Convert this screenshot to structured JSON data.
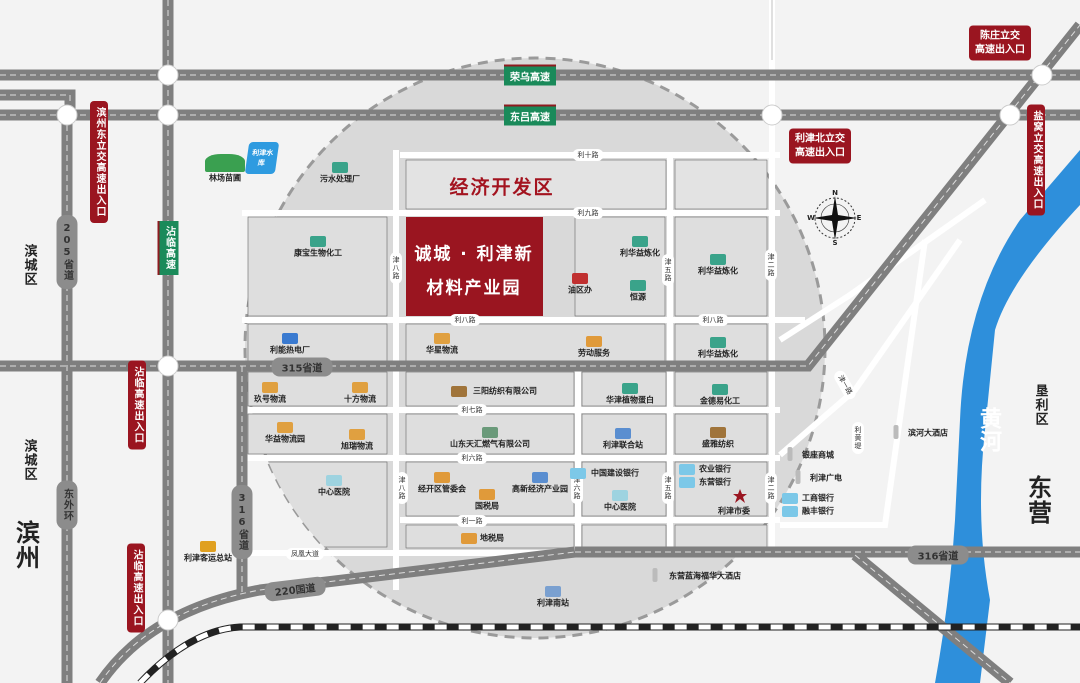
{
  "title_zone": "经济开发区",
  "project": {
    "line1": "诚城 · 利津新",
    "line2": "材料产业园"
  },
  "colors": {
    "callout": "#9a1520",
    "highway_badge": "#1a8a5a",
    "river": "#2e8fdb",
    "circle_fill": "#d9d9d9",
    "block": "#dedede"
  },
  "highways": {
    "rongwu": "荣乌高速",
    "donglv": "东吕高速",
    "zhanlin": "沾临高速",
    "s205": "205省道",
    "dongwaihuan": "东外环",
    "s316_v": "316省道",
    "s315": "315省道",
    "g220": "220国道",
    "s316_h": "316省道"
  },
  "roads": [
    "利十路",
    "利九路",
    "利八路",
    "利八路",
    "利七路",
    "利六路",
    "利一路",
    "凤凰大道",
    "津八路",
    "津八路",
    "津五路",
    "津五路",
    "津二路",
    "津二路",
    "津六路",
    "津一路",
    "利黄堤"
  ],
  "districts": {
    "bincheng1": "滨城区",
    "bincheng2": "滨城区",
    "binzhou": "滨州",
    "kenli": "垦利区",
    "dongying": "东营",
    "river": "黄河"
  },
  "callouts": [
    {
      "name": "binzhou-east-interchange",
      "text": "滨州东立交高速出入口",
      "col1": "滨州东立交",
      "col2": "高速出入口"
    },
    {
      "name": "zhanlin-exit-north",
      "col1": "沾临高速",
      "col2": "出入口"
    },
    {
      "name": "zhanlin-exit-south",
      "col1": "沾临高速",
      "col2": "出入口"
    },
    {
      "name": "lijin-north-interchange",
      "col1": "利津北立交",
      "col2": "高速出入口"
    },
    {
      "name": "chenzhuang-interchange",
      "col1": "陈庄立交",
      "col2": "高速出入口"
    },
    {
      "name": "yanwo-interchange",
      "col1": "盐窝立交",
      "col2": "高速出入口"
    }
  ],
  "compass": {
    "n": "N",
    "s": "S",
    "e": "E",
    "w": "W"
  },
  "pois": [
    {
      "label": "林场苗圃",
      "icon": "forest"
    },
    {
      "label": "利津水库",
      "icon": "reservoir"
    },
    {
      "label": "污水处理厂",
      "icon": "factory"
    },
    {
      "label": "康宝生物化工",
      "icon": "factory"
    },
    {
      "label": "利华益炼化",
      "icon": "factory"
    },
    {
      "label": "油区办",
      "icon": "oil-pump"
    },
    {
      "label": "恒源",
      "icon": "factory"
    },
    {
      "label": "利华益炼化",
      "icon": "factory"
    },
    {
      "label": "利能热电厂",
      "icon": "power-plant"
    },
    {
      "label": "华星物流",
      "icon": "warehouse"
    },
    {
      "label": "劳动服务",
      "icon": "government"
    },
    {
      "label": "利华益炼化",
      "icon": "factory"
    },
    {
      "label": "玖号物流",
      "icon": "warehouse"
    },
    {
      "label": "十方物流",
      "icon": "warehouse"
    },
    {
      "label": "三阳纺织有限公司",
      "icon": "textile"
    },
    {
      "label": "华津植物蛋白",
      "icon": "factory"
    },
    {
      "label": "金德易化工",
      "icon": "factory"
    },
    {
      "label": "华益物流园",
      "icon": "warehouse"
    },
    {
      "label": "旭瑞物流",
      "icon": "warehouse"
    },
    {
      "label": "山东天汇燃气有限公司",
      "icon": "gas"
    },
    {
      "label": "利津联合站",
      "icon": "station"
    },
    {
      "label": "盛雅纺织",
      "icon": "textile"
    },
    {
      "label": "中心医院",
      "icon": "hospital"
    },
    {
      "label": "经开区管委会",
      "icon": "government"
    },
    {
      "label": "国税局",
      "icon": "government"
    },
    {
      "label": "高新经济产业园",
      "icon": "station"
    },
    {
      "label": "中国建设银行",
      "icon": "bank"
    },
    {
      "label": "中心医院",
      "icon": "hospital"
    },
    {
      "label": "农业银行",
      "icon": "bank"
    },
    {
      "label": "东营银行",
      "icon": "bank"
    },
    {
      "label": "利津市委",
      "icon": "star"
    },
    {
      "label": "银座商城",
      "icon": "tower"
    },
    {
      "label": "利津广电",
      "icon": "tower"
    },
    {
      "label": "工商银行",
      "icon": "bank"
    },
    {
      "label": "融丰银行",
      "icon": "bank"
    },
    {
      "label": "滨河大酒店",
      "icon": "tower"
    },
    {
      "label": "地税局",
      "icon": "government"
    },
    {
      "label": "利津客运总站",
      "icon": "bus"
    },
    {
      "label": "东营蓝海福华大酒店",
      "icon": "tower"
    },
    {
      "label": "利津南站",
      "icon": "train"
    }
  ]
}
